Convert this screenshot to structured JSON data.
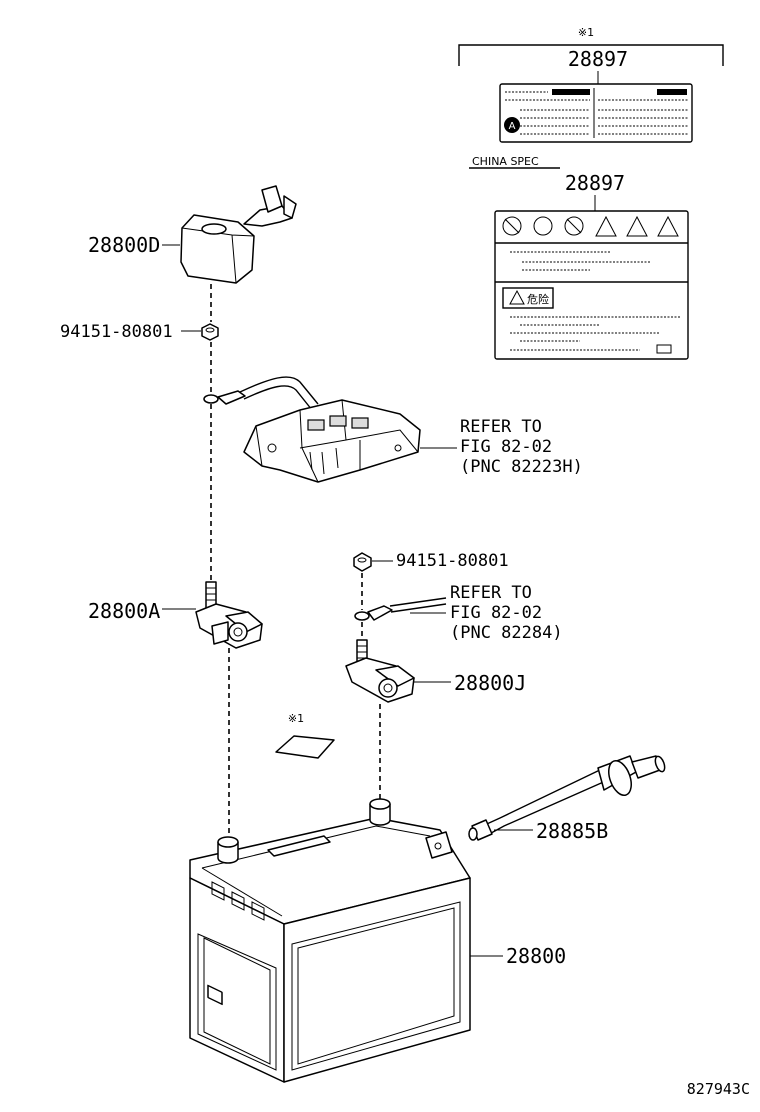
{
  "note_marker": "※1",
  "label_part_no": "28897",
  "china_spec": "CHINA SPEC",
  "china_label_part_no": "28897",
  "label_warning_text": "危险",
  "cover": "28800D",
  "nut_upper": "94151-80801",
  "refer_upper": {
    "line1": "REFER TO",
    "line2": "FIG 82-02",
    "line3": "(PNC 82223H)"
  },
  "nut_lower": "94151-80801",
  "refer_lower": {
    "line1": "REFER TO",
    "line2": "FIG 82-02",
    "line3": "(PNC 82284)"
  },
  "terminal_pos": "28800A",
  "terminal_neg": "28800J",
  "note_marker_2": "※1",
  "vent_hose": "28885B",
  "battery": "28800",
  "figure_id": "827943C"
}
